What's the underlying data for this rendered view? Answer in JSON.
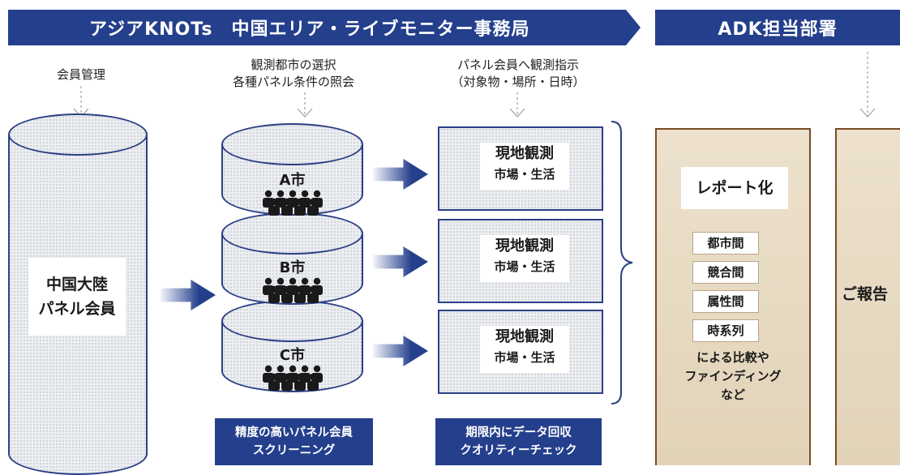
{
  "header": {
    "main_title": "アジアKNOTs　中国エリア・ライブモニター事務局",
    "right_title": "ADK担当部署"
  },
  "steps": {
    "step1": "会員管理",
    "step2_line1": "観測都市の選択",
    "step2_line2": "各種パネル条件の照会",
    "step3_line1": "パネル会員へ観測指示",
    "step3_line2": "（対象物・場所・日時）"
  },
  "panel_pool": {
    "line1": "中国大陸",
    "line2": "パネル会員"
  },
  "cities": [
    {
      "name": "A市"
    },
    {
      "name": "B市"
    },
    {
      "name": "C市"
    }
  ],
  "observations": [
    {
      "title": "現地観測",
      "sub": "市場・生活"
    },
    {
      "title": "現地観測",
      "sub": "市場・生活"
    },
    {
      "title": "現地観測",
      "sub": "市場・生活"
    }
  ],
  "bottom_labels": {
    "screening_line1": "精度の高いパネル会員",
    "screening_line2": "スクリーニング",
    "collect_line1": "期限内にデータ回収",
    "collect_line2": "クオリティーチェック"
  },
  "report": {
    "title": "レポート化",
    "items": [
      "都市間",
      "競合間",
      "属性間",
      "時系列"
    ],
    "note_line1": "による比較や",
    "note_line2": "ファインディング",
    "note_line3": "など"
  },
  "delivery": {
    "label": "ご報告"
  },
  "colors": {
    "navy": "#243f8c",
    "brown": "#7a4a22",
    "panel_fill": "#e6d9c2"
  }
}
